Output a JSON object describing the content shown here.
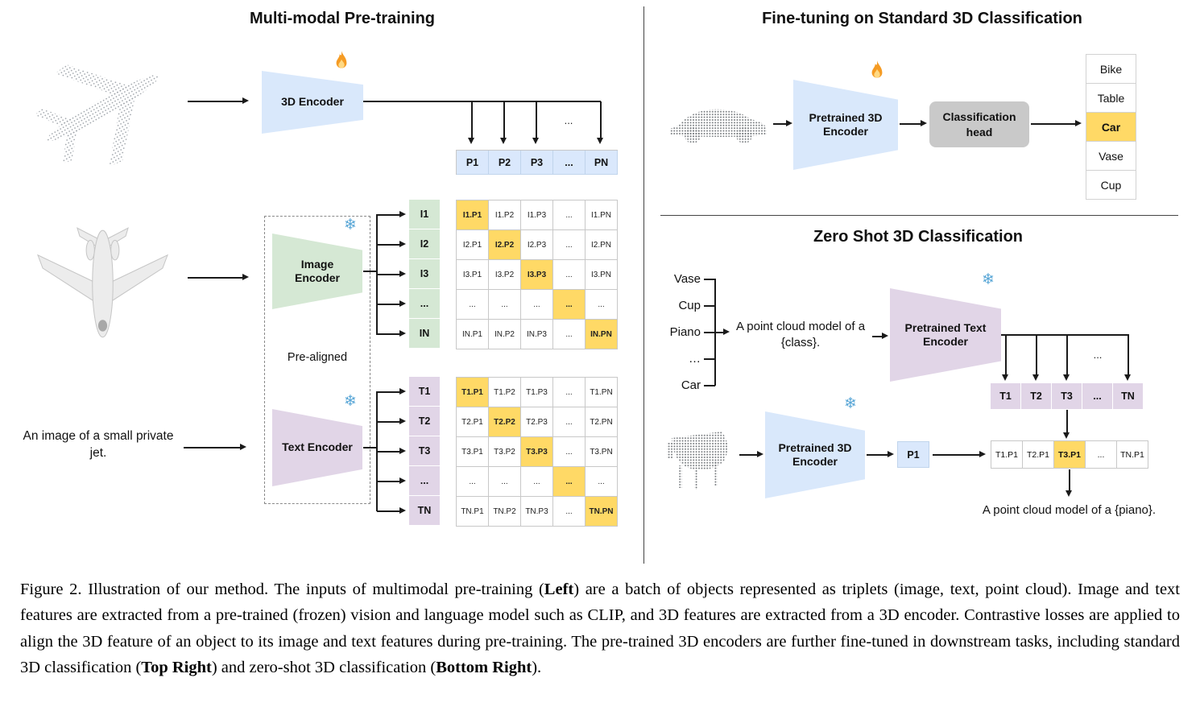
{
  "colors": {
    "highlight_orange": "#ffd966",
    "encoder_blue": "#d9e8fb",
    "cell_blue": "#dae8fc",
    "image_green": "#d5e8d4",
    "text_purple": "#e1d5e7",
    "head_gray": "#c9c9c9"
  },
  "icons": {
    "snowflake": "❄"
  },
  "misc": {
    "ellipsis": "..."
  },
  "pretraining": {
    "title": "Multi-modal Pre-training",
    "encoder_3d_label": "3D Encoder",
    "image_encoder_label": "Image Encoder",
    "text_encoder_label": "Text Encoder",
    "prealigned_label": "Pre-aligned",
    "input_caption": "An image of a small private jet.",
    "p_row": [
      "P1",
      "P2",
      "P3",
      "...",
      "PN"
    ],
    "i_labels": [
      "I1",
      "I2",
      "I3",
      "...",
      "IN"
    ],
    "t_labels": [
      "T1",
      "T2",
      "T3",
      "...",
      "TN"
    ],
    "i_matrix": [
      [
        "I1.P1",
        "I1.P2",
        "I1.P3",
        "...",
        "I1.PN"
      ],
      [
        "I2.P1",
        "I2.P2",
        "I2.P3",
        "...",
        "I2.PN"
      ],
      [
        "I3.P1",
        "I3.P2",
        "I3.P3",
        "...",
        "I3.PN"
      ],
      [
        "...",
        "...",
        "...",
        "...",
        "..."
      ],
      [
        "IN.P1",
        "IN.P2",
        "IN.P3",
        "...",
        "IN.PN"
      ]
    ],
    "t_matrix": [
      [
        "T1.P1",
        "T1.P2",
        "T1.P3",
        "...",
        "T1.PN"
      ],
      [
        "T2.P1",
        "T2.P2",
        "T2.P3",
        "...",
        "T2.PN"
      ],
      [
        "T3.P1",
        "T3.P2",
        "T3.P3",
        "...",
        "T3.PN"
      ],
      [
        "...",
        "...",
        "...",
        "...",
        "..."
      ],
      [
        "TN.P1",
        "TN.P2",
        "TN.P3",
        "...",
        "TN.PN"
      ]
    ]
  },
  "finetune": {
    "title": "Fine-tuning on Standard 3D Classification",
    "encoder_label": "Pretrained 3D Encoder",
    "head_label": "Classification head",
    "classes": [
      "Bike",
      "Table",
      "Car",
      "Vase",
      "Cup"
    ],
    "highlighted_class": "Car"
  },
  "zeroshot": {
    "title": "Zero Shot 3D Classification",
    "class_list": [
      "Vase",
      "Cup",
      "Piano",
      "…",
      "Car"
    ],
    "prompt": "A point cloud model of a {class}.",
    "text_encoder_label": "Pretrained Text Encoder",
    "encoder_3d_label": "Pretrained 3D Encoder",
    "t_row": [
      "T1",
      "T2",
      "T3",
      "...",
      "TN"
    ],
    "p_cell": "P1",
    "result_row": [
      "T1.P1",
      "T2.P1",
      "T3.P1",
      "...",
      "TN.P1"
    ],
    "highlighted_result": "T3.P1",
    "output_caption": "A point cloud model of a {piano}."
  },
  "caption": {
    "segments": [
      {
        "text": "Figure 2. Illustration of our method. The inputs of multimodal pre-training (",
        "bold": false
      },
      {
        "text": "Left",
        "bold": true
      },
      {
        "text": ") are a batch of objects represented as triplets (image, text, point cloud). Image and text features are extracted from a pre-trained (frozen) vision and language model such as CLIP, and 3D features are extracted from a 3D encoder. Contrastive losses are applied to align the 3D feature of an object to its image and text features during pre-training. The pre-trained 3D encoders are further fine-tuned in downstream tasks, including standard 3D classification (",
        "bold": false
      },
      {
        "text": "Top Right",
        "bold": true
      },
      {
        "text": ") and zero-shot 3D classification (",
        "bold": false
      },
      {
        "text": "Bottom Right",
        "bold": true
      },
      {
        "text": ").",
        "bold": false
      }
    ]
  }
}
